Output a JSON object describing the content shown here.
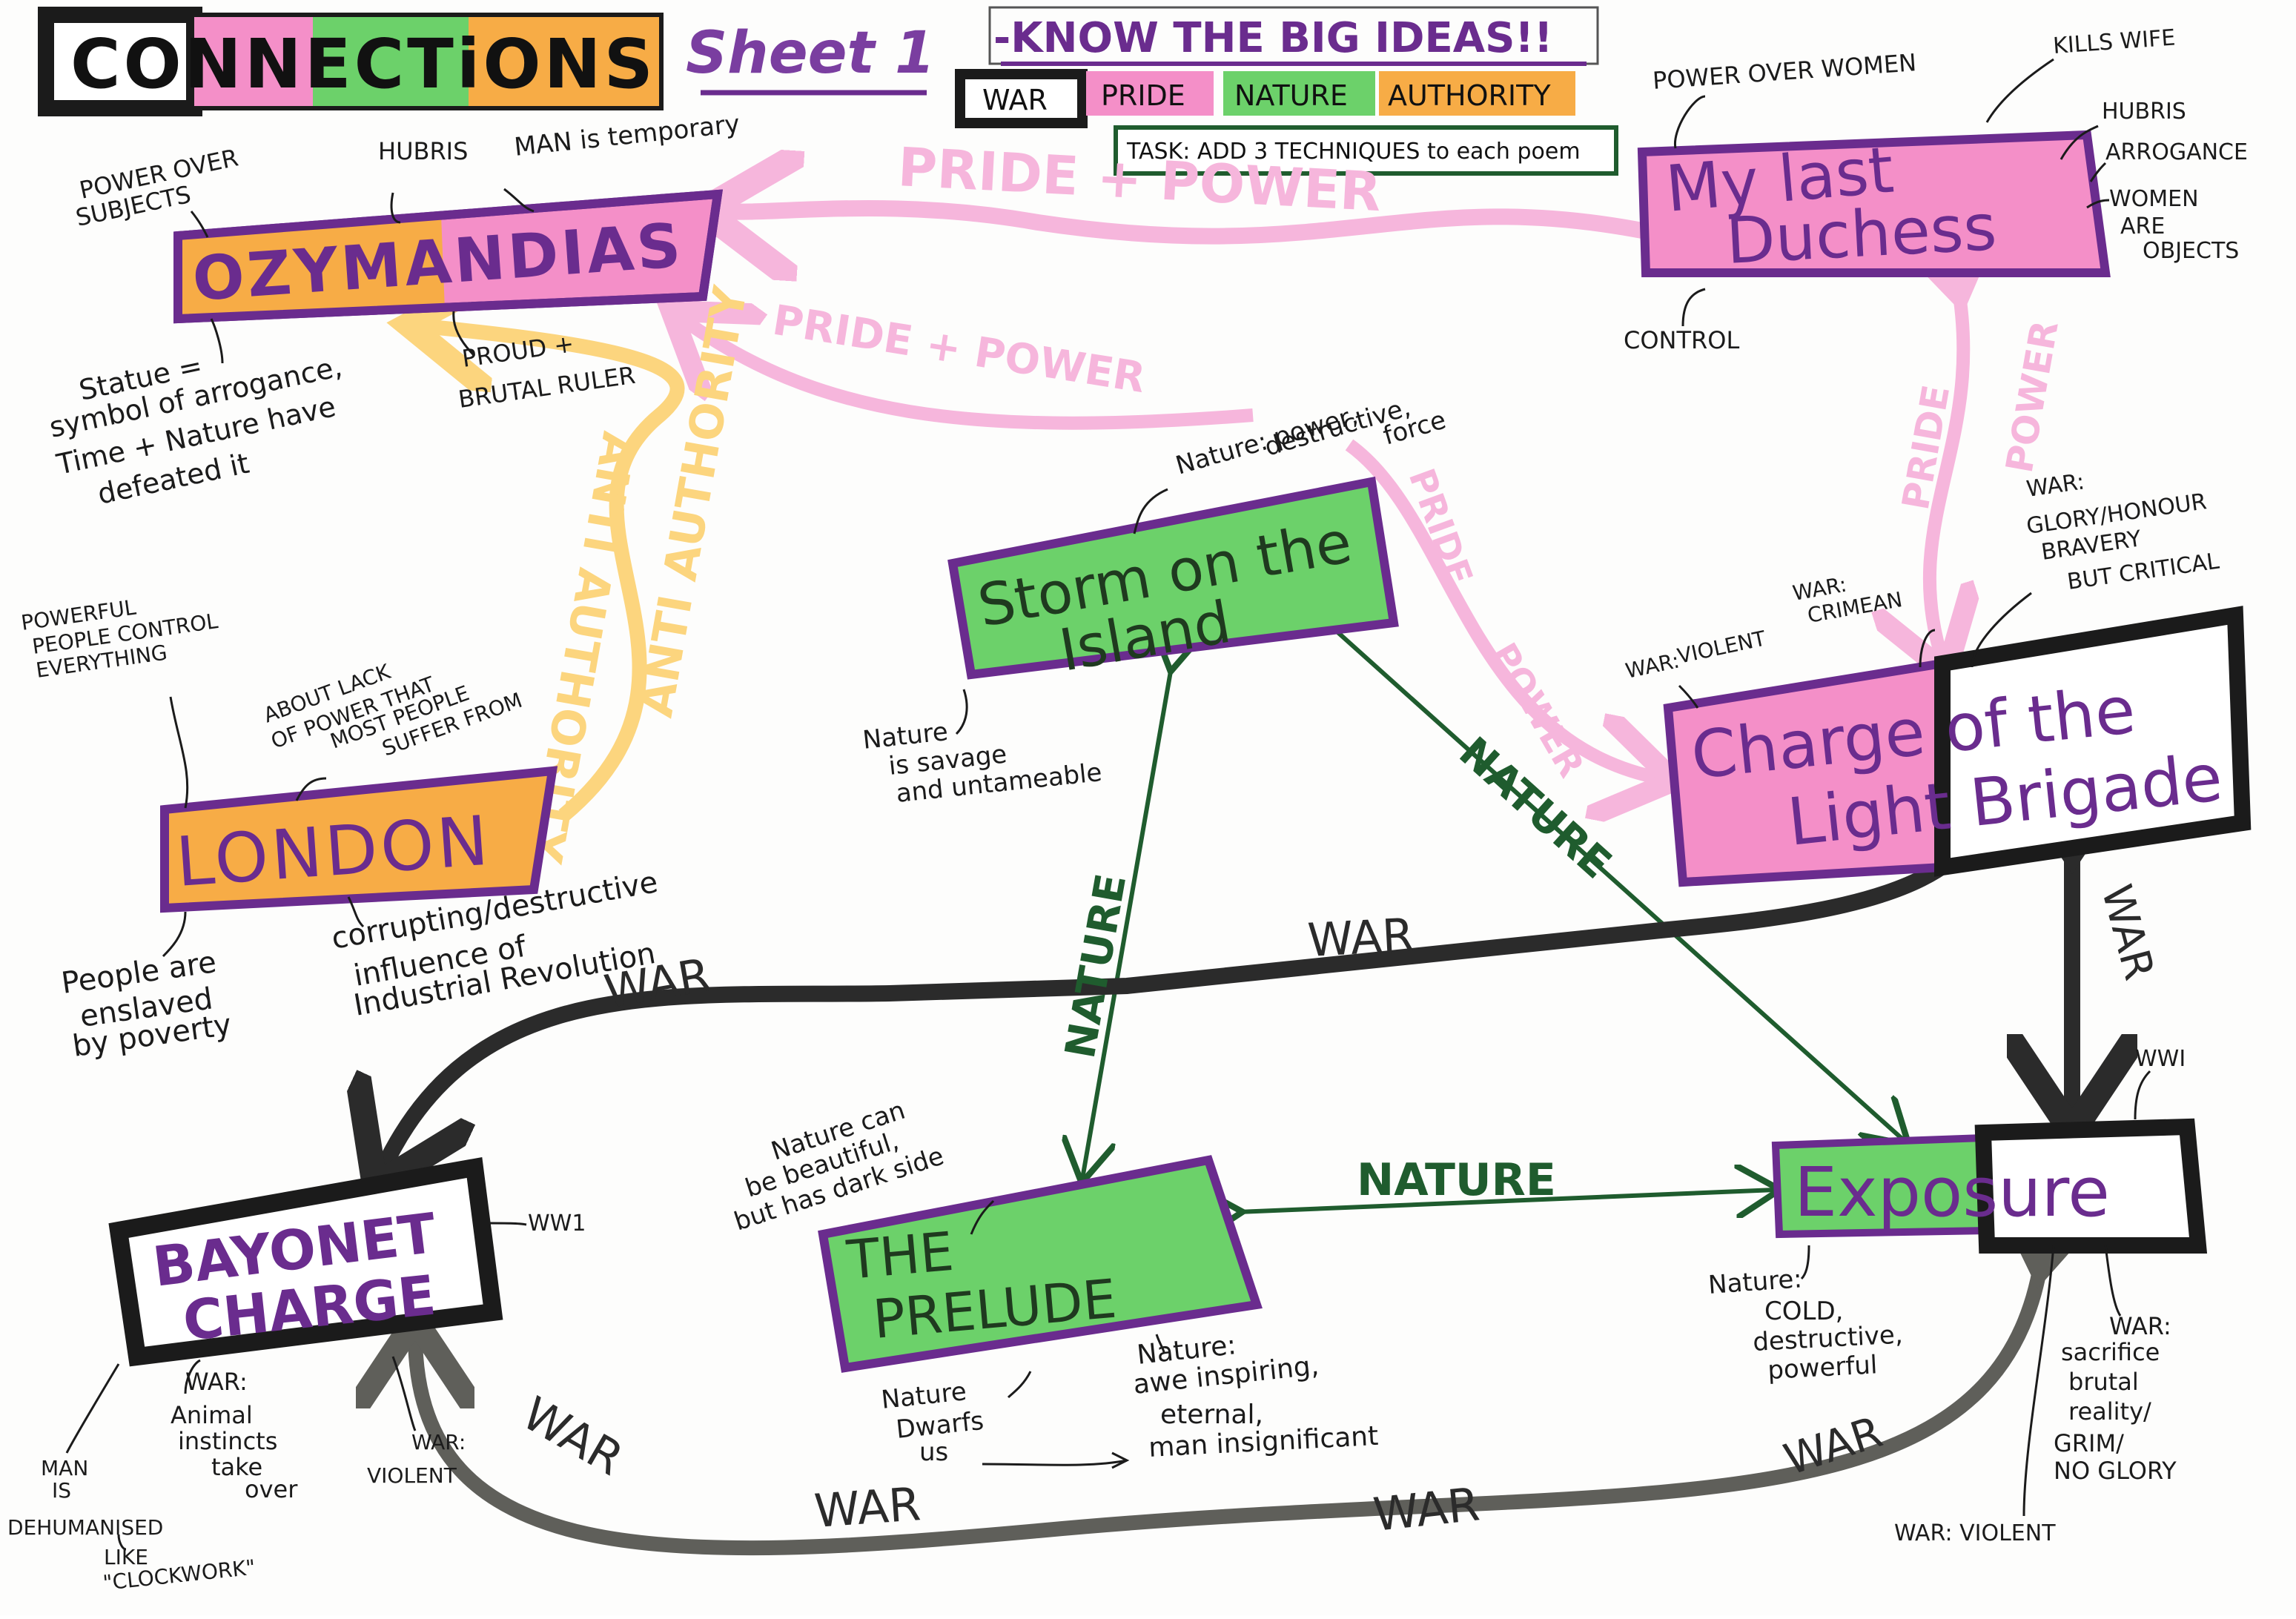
{
  "header": {
    "title": "CONNECTiONS",
    "sheet": "Sheet 1",
    "subtitle": "-KNOW THE BIG IDEAS!!",
    "themes": [
      "WAR",
      "PRIDE",
      "NATURE",
      "AUTHORITY"
    ],
    "task": "TASK: ADD 3 TECHNIQUES to each poem"
  },
  "colors": {
    "war": "#2b2b2b",
    "pride": "#f48fc8",
    "nature": "#6cd16a",
    "authority": "#f7ac46",
    "purple": "#6a2c8e",
    "nature_arrow": "#1f5c2e",
    "pride_arrow": "#f6b6dc",
    "authority_arrow": "#fcd57e",
    "war_arrow": "#5f5f5a"
  },
  "poems": {
    "ozymandias": "OZYMANDIAS",
    "my_last_duchess_1": "My last",
    "my_last_duchess_2": "Duchess",
    "storm_1": "Storm on the",
    "storm_2": "Island",
    "charge_1": "Charge of the",
    "charge_2": "Light Brigade",
    "london": "LONDON",
    "bayonet_1": "BAYONET",
    "bayonet_2": "CHARGE",
    "prelude_1": "THE",
    "prelude_2": "PRELUDE",
    "exposure": "Exposure"
  },
  "connections": {
    "pride_power_top": "PRIDE + POWER",
    "pride_power_mid": "PRIDE + POWER",
    "pride_left": "PRIDE",
    "power_right": "POWER",
    "pride_diag": "PRIDE",
    "power_diag": "POWER",
    "anti_authority_1": "ANTI AUTHORITY",
    "anti_authority_2": "ANTI AUTHORITY",
    "nature_left": "NATURE",
    "nature_right": "NATURE",
    "nature_bottom": "NATURE",
    "war_top": "WAR",
    "war_left": "WAR",
    "war_right_vertical": "WAR",
    "war_bottom_1": "WAR",
    "war_bottom_2": "WAR",
    "war_bottom_3": "WAR",
    "war_bottom_4": "WAR"
  },
  "notes": {
    "ozy_power": [
      "POWER OVER",
      "SUBJECTS"
    ],
    "ozy_hubris": "HUBRIS",
    "ozy_temporary": "MAN is temporary",
    "ozy_statue": [
      "Statue =",
      "symbol of arrogance,",
      "Time + Nature have",
      "defeated it"
    ],
    "ozy_proud": [
      "PROUD +",
      "BRUTAL RULER"
    ],
    "mld_power": "POWER OVER WOMEN",
    "mld_kills": "KILLS WIFE",
    "mld_hubris": "HUBRIS",
    "mld_arrogance": "ARROGANCE",
    "mld_objects": [
      "WOMEN",
      "ARE",
      "OBJECTS"
    ],
    "mld_control": "CONTROL",
    "storm_force": [
      "Nature: power,",
      "destructive,",
      "force"
    ],
    "storm_savage": [
      "Nature",
      "is savage",
      "and untameable"
    ],
    "london_powerful": [
      "POWERFUL",
      "PEOPLE CONTROL",
      "EVERYTHING"
    ],
    "london_lack": [
      "ABOUT LACK",
      "OF POWER THAT",
      "MOST PEOPLE",
      "SUFFER FROM"
    ],
    "london_enslaved": [
      "People are",
      "enslaved",
      "by poverty"
    ],
    "london_corrupting": [
      "corrupting/destructive",
      "influence of",
      "Industrial Revolution"
    ],
    "clb_glory": [
      "WAR:",
      "GLORY/HONOUR",
      "BRAVERY",
      "BUT CRITICAL"
    ],
    "clb_crimean": [
      "WAR:",
      "CRIMEAN"
    ],
    "clb_violent": [
      "WAR:",
      "VIOLENT"
    ],
    "bayonet_ww1": "WW1",
    "bayonet_animal": [
      "WAR:",
      "Animal",
      "instincts",
      "take",
      "over"
    ],
    "bayonet_violent": [
      "WAR:",
      "VIOLENT"
    ],
    "bayonet_dehumanised": [
      "MAN",
      "IS",
      "DEHUMANISED",
      "LIKE",
      "\"CLOCKWORK\""
    ],
    "prelude_beautiful": [
      "Nature can",
      "be beautiful,",
      "but has dark side"
    ],
    "prelude_dwarfs": [
      "Nature",
      "Dwarfs",
      "us"
    ],
    "prelude_awe": [
      "Nature:",
      "awe inspiring,",
      "eternal,",
      "man insignificant"
    ],
    "exposure_ww1": "WWI",
    "exposure_cold": [
      "Nature:",
      "COLD,",
      "destructive,",
      "powerful"
    ],
    "exposure_sacrifice": [
      "WAR:",
      "sacrifice",
      "brutal",
      "reality/",
      "GRIM/",
      "NO GLORY"
    ],
    "exposure_violent": "WAR: VIOLENT"
  }
}
